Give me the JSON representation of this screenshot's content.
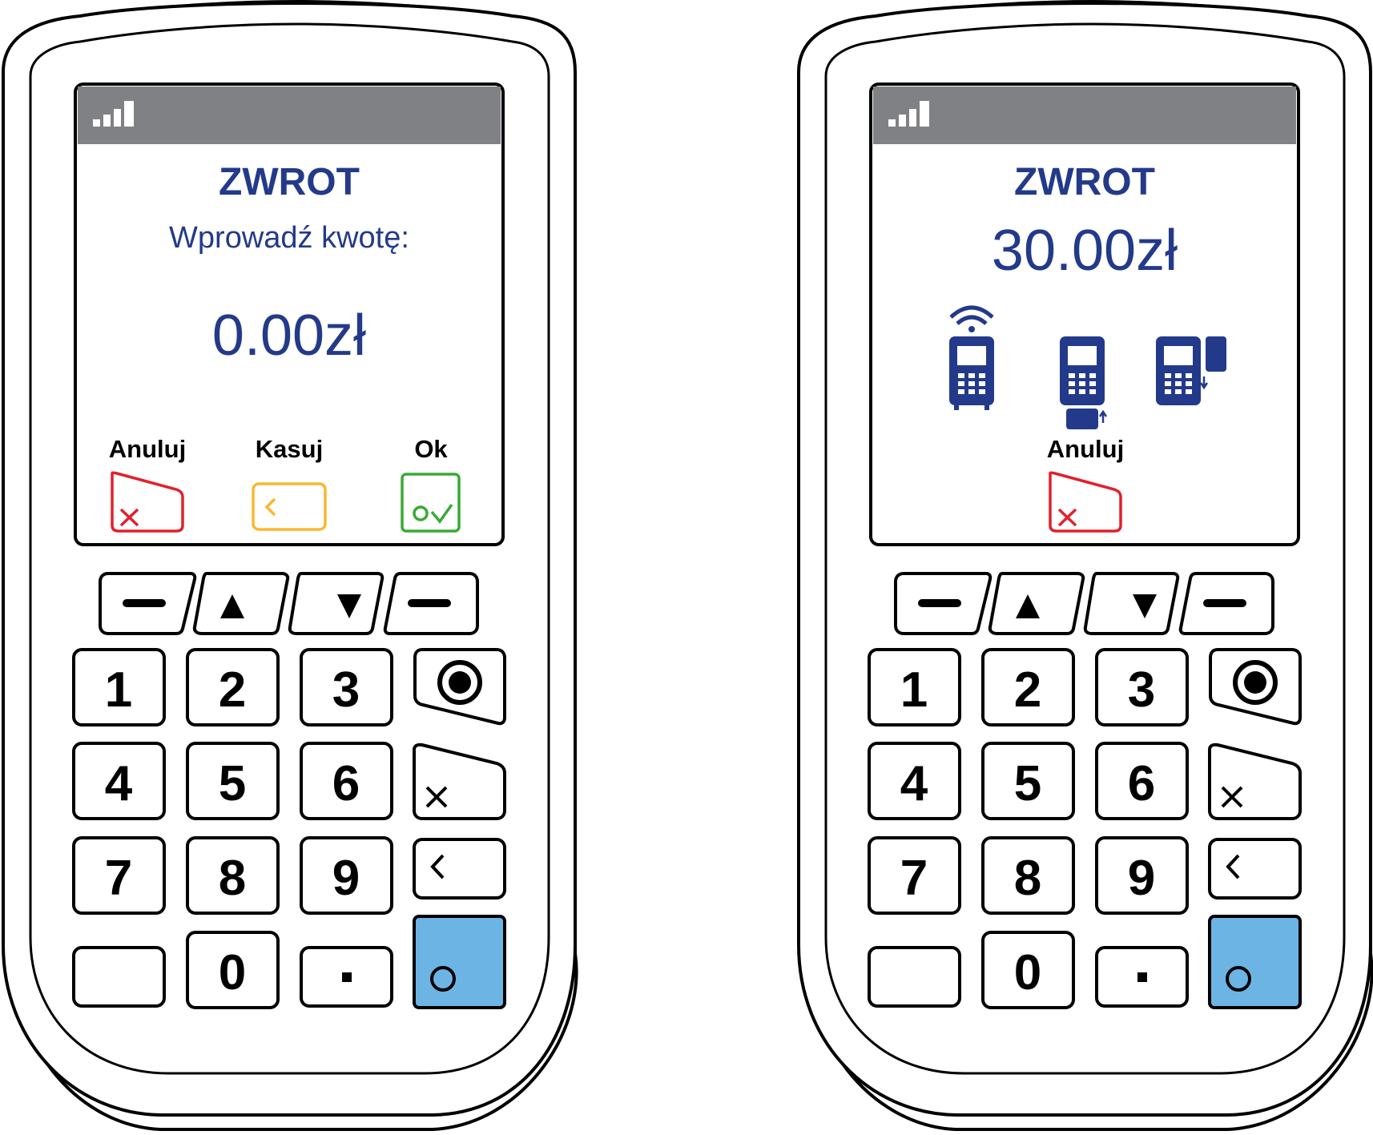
{
  "colors": {
    "title_blue": "#233a8a",
    "device_blue": "#233a8a",
    "status_bar_gray": "#808184",
    "cancel_red": "#e2202b",
    "clear_yellow": "#fbb72e",
    "ok_green": "#3aaa35",
    "enter_key_blue": "#6cb4e4"
  },
  "terminals": [
    {
      "screen": {
        "status_icon": "signal-strength-icon",
        "title": "ZWROT",
        "prompt": "Wprowadź kwotę:",
        "amount": "0.00zł",
        "soft_keys": [
          {
            "label": "Anuluj",
            "icon": "cancel-x-icon",
            "color": "#e2202b"
          },
          {
            "label": "Kasuj",
            "icon": "backspace-icon",
            "color": "#fbb72e"
          },
          {
            "label": "Ok",
            "icon": "ok-check-icon",
            "color": "#3aaa35"
          }
        ]
      }
    },
    {
      "screen": {
        "status_icon": "signal-strength-icon",
        "title": "ZWROT",
        "amount": "30.00zł",
        "payment_methods": [
          "contactless-payment-icon",
          "chip-card-insert-icon",
          "magnetic-stripe-swipe-icon"
        ],
        "soft_keys": [
          {
            "label": "Anuluj",
            "icon": "cancel-x-icon",
            "color": "#e2202b"
          }
        ]
      }
    }
  ],
  "keypad": {
    "nav_keys": [
      "dash-icon",
      "arrow-up-icon",
      "arrow-down-icon",
      "dash-icon"
    ],
    "digits": [
      "1",
      "2",
      "3",
      "4",
      "5",
      "6",
      "7",
      "8",
      "9",
      "0"
    ],
    "function_keys": [
      "record-icon",
      "cancel-x-icon",
      "backspace-icon",
      "enter-circle-icon"
    ],
    "dot_key": "dot-icon"
  }
}
